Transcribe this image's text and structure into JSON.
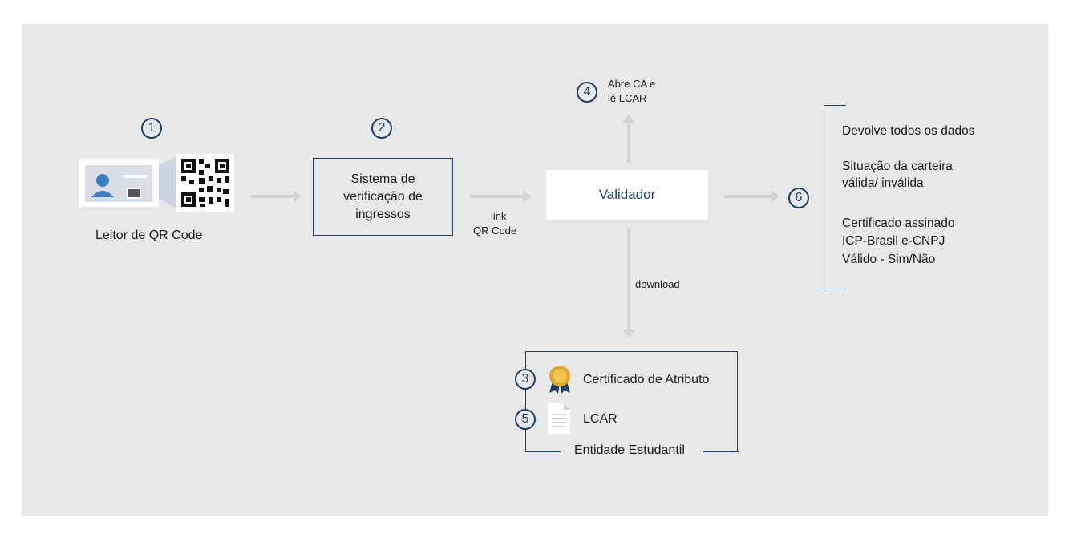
{
  "steps": {
    "s1": "1",
    "s2": "2",
    "s3": "3",
    "s4": "4",
    "s5": "5",
    "s6": "6"
  },
  "reader": {
    "label": "Leitor de QR Code"
  },
  "system": {
    "line1": "Sistema de",
    "line2": "verificação de",
    "line3": "ingressos"
  },
  "link_label": {
    "line1": "link",
    "line2": "QR Code"
  },
  "validator": {
    "label": "Validador"
  },
  "open_ca": {
    "line1": "Abre CA e",
    "line2": "lê LCAR"
  },
  "download": {
    "label": "download"
  },
  "entity": {
    "cert_label": "Certificado de Atributo",
    "lcar_label": "LCAR",
    "title": "Entidade Estudantil"
  },
  "results": {
    "line1": "Devolve todos os dados",
    "line2": "Situação da carteira",
    "line3": "válida/ inválida",
    "line4": "Certificado  assinado",
    "line5": "ICP-Brasil e-CNPJ",
    "line6": "Válido - Sim/Não"
  },
  "colors": {
    "accent": "#1f3f66",
    "panel": "#e8e8e8",
    "arrow": "#d2d2d2",
    "person": "#3b7fc4",
    "medal": "#e0a82e"
  }
}
